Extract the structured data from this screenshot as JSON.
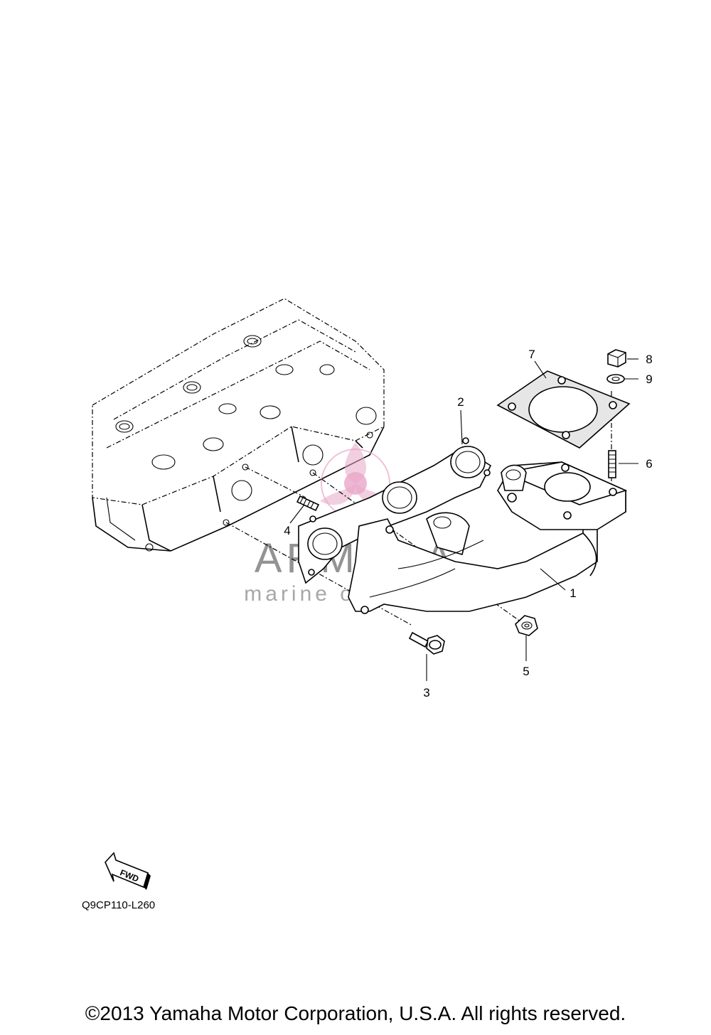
{
  "callouts": [
    "1",
    "2",
    "3",
    "4",
    "5",
    "6",
    "7",
    "8",
    "9"
  ],
  "watermark": {
    "title": "ARMADA",
    "subtitle": "marine outboards",
    "accent_color": "#e8a6c8"
  },
  "figure_code": "Q9CP110-L260",
  "fwd_label": "FWD",
  "copyright": "©2013 Yamaha Motor Corporation, U.S.A. All rights reserved."
}
